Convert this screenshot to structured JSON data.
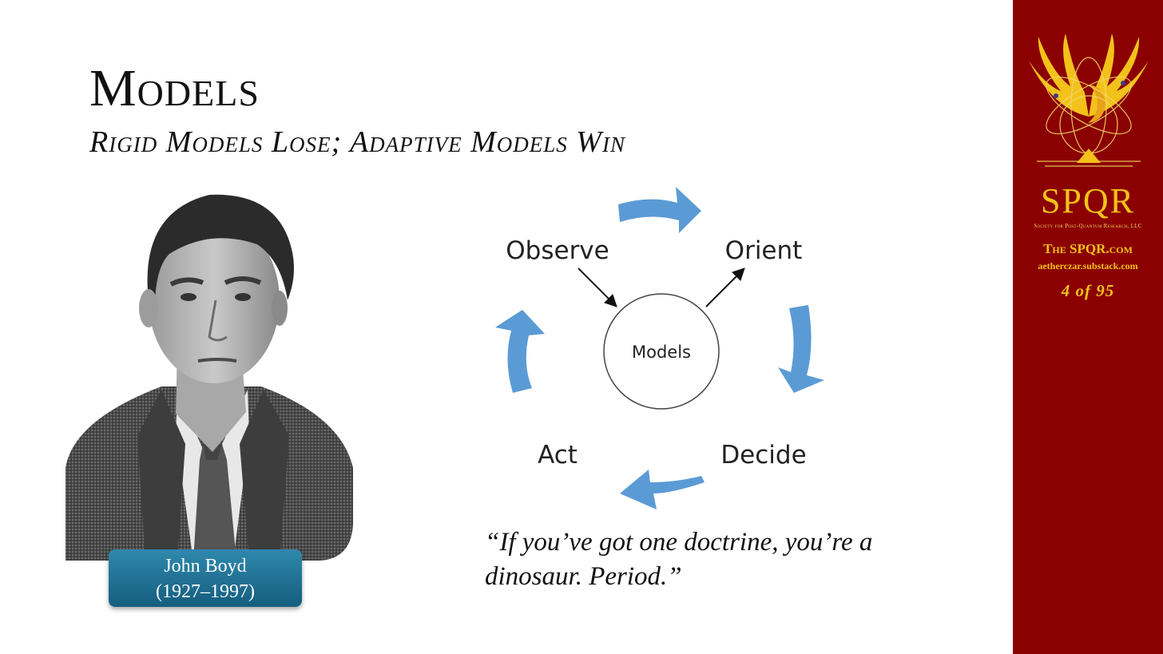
{
  "slide": {
    "title": "Models",
    "subtitle": "Rigid Models Lose; Adaptive Models Win",
    "caption": {
      "name": "John Boyd",
      "years": "(1927–1997)"
    },
    "quote": {
      "line1": "“If you’ve got one doctrine, you’re a",
      "line2": "dinosaur. Period.”"
    }
  },
  "diagram": {
    "nodes": {
      "observe": "Observe",
      "orient": "Orient",
      "decide": "Decide",
      "act": "Act",
      "center": "Models"
    },
    "arrow_color": "#5b9bd5"
  },
  "sidebar": {
    "brand": "SPQR",
    "society": "Society for Post-Quantum Research, LLC",
    "site": "The SPQR.com",
    "substack": "aetherczar.substack.com",
    "page": "4  of  95",
    "background": "#8b0000",
    "accent": "#f2c21b"
  }
}
